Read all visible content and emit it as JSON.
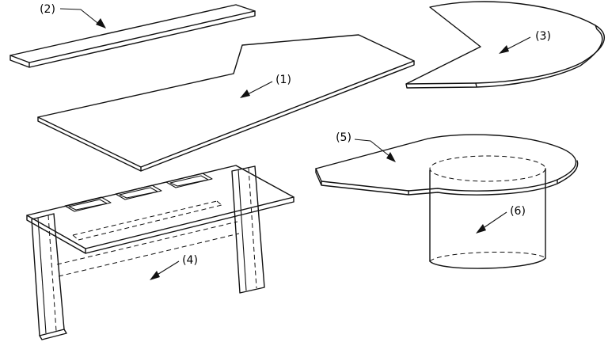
{
  "figure": {
    "kind": "exploded-parts-line-drawing",
    "colors": {
      "background": "#ffffff",
      "line": "#111111"
    }
  },
  "labels": [
    {
      "id": "1",
      "text": "(1)"
    },
    {
      "id": "2",
      "text": "(2)"
    },
    {
      "id": "3",
      "text": "(3)"
    },
    {
      "id": "4",
      "text": "(4)"
    },
    {
      "id": "5",
      "text": "(5)"
    },
    {
      "id": "6",
      "text": "(6)"
    }
  ]
}
